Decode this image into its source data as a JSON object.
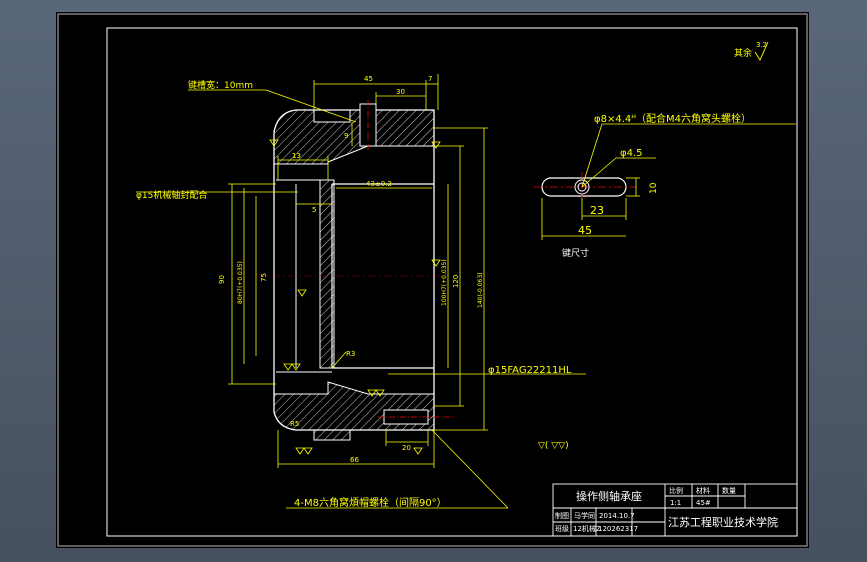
{
  "colors": {
    "viewer_bg": "#4c576a",
    "paper": "#000000",
    "frame": "#ffffff",
    "outline": "#ffffff",
    "dim": "#ffff00",
    "center": "#ff0000",
    "hatch": "#ffffff"
  },
  "roughness": {
    "label": "其余",
    "value": "3.2"
  },
  "main_view": {
    "keyway_label": "键槽宽：10mm",
    "seal_label": "φ15机械轴封配合",
    "bearing_label": "φ15FAG22211HL",
    "bolt_label": "4-M8六角窝煩帽螺栓（间隔90°）",
    "dims": {
      "d45": "45",
      "d30": "30",
      "d7": "7",
      "d9": "9",
      "d13": "13",
      "d5": "5",
      "d43": "43±0.2",
      "d90": "90",
      "d80": "80H7(+0.035)",
      "d75": "75",
      "d100": "100H7(+0.035)",
      "d120": "120",
      "d140": "140(-0.063)",
      "r3": "R3",
      "r5": "R5",
      "d20": "20",
      "d66": "66"
    }
  },
  "key_detail": {
    "hole_label": "φ8×4.4ᴴ（配合M4六角窝头螺栓）",
    "small_hole": "φ4.5",
    "d10": "10",
    "d23": "23",
    "d45": "45",
    "caption": "键尺寸"
  },
  "bottom_symbols": "▽(   ▽▽)",
  "title_block": {
    "part_name": "操作侧轴承座",
    "scale_hdr": "比例",
    "material_hdr": "材料",
    "qty_hdr": "数量",
    "scale": "1:1",
    "material": "45#",
    "qty": "",
    "drawn": "制图",
    "drawn_name": "马学同",
    "drawn_date": "2014.10.7",
    "class_lbl": "班级",
    "class_val": "12机械2",
    "student_no": "120262317",
    "school": "江苏工程职业技术学院"
  }
}
